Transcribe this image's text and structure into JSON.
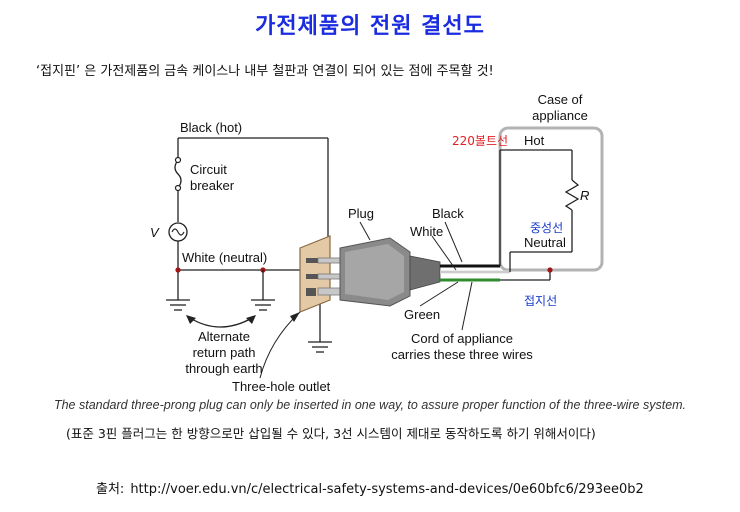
{
  "title": "가전제품의 전원 결선도",
  "note": "‘접지핀’ 은 가전제품의 금속 케이스나 내부 철판과 연결이 되어 있는 점에 주목할 것!",
  "diagram": {
    "case_label_1": "Case of",
    "case_label_2": "appliance",
    "black_hot": "Black (hot)",
    "circuit_1": "Circuit",
    "circuit_2": "breaker",
    "v": "V",
    "white_neutral": "White (neutral)",
    "plug": "Plug",
    "black": "Black",
    "white": "White",
    "green": "Green",
    "hot": "Hot",
    "neutral": "Neutral",
    "r": "R",
    "alternate_1": "Alternate",
    "alternate_2": "return path",
    "alternate_3": "through earth",
    "three_hole": "Three-hole outlet",
    "cord_1": "Cord of appliance",
    "cord_2": "carries these three wires",
    "ann_220": "220볼트선",
    "ann_neutral": "중성선",
    "ann_ground": "접지선"
  },
  "caption": "The standard three-prong plug can only be inserted in one way, to assure proper function of the three-wire system.",
  "caption_ko": "(표준 3핀 플러그는 한 방향으로만 삽입될 수 있다, 3선 시스템이 제대로 동작하도록 하기 위해서이다)",
  "source_label": "출처:",
  "source_url": "http://voer.edu.vn/c/electrical-safety-systems-and-devices/0e60bfc6/293ee0b2",
  "colors": {
    "title": "#1a2be0",
    "annotation_red": "#e21f26",
    "annotation_blue": "#1a3ccc",
    "ground_wire": "#2e8b2e",
    "node": "#a01515"
  }
}
